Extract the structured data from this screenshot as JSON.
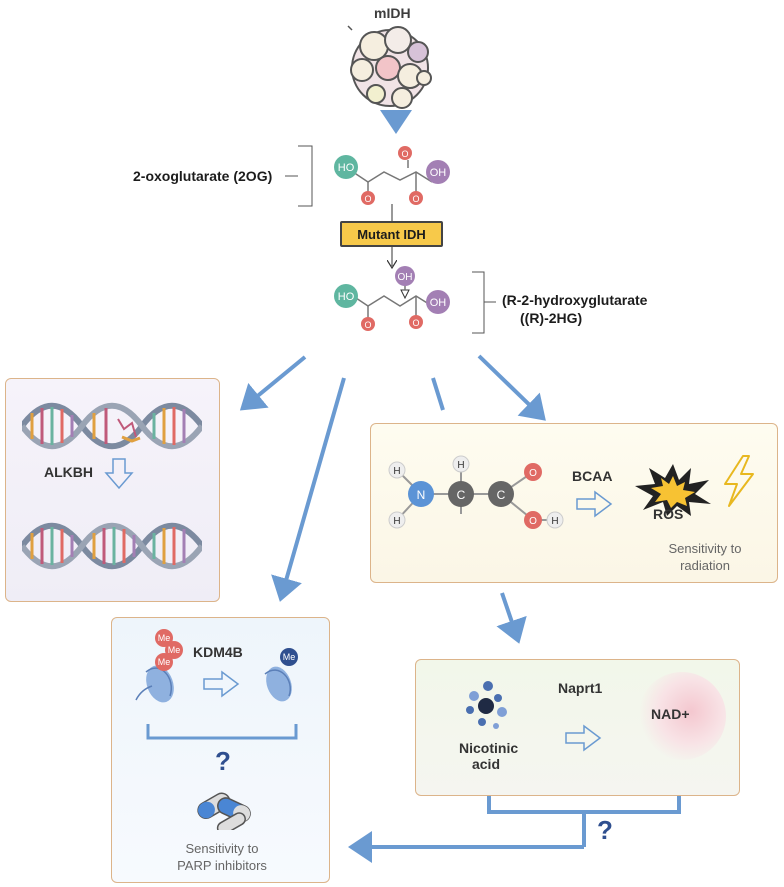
{
  "header": {
    "enzyme": "mIDH"
  },
  "pathway": {
    "substrate_label": "2-oxoglutarate (2OG)",
    "mutant_box": "Mutant IDH",
    "product_label_line1": "(R-2-hydroxyglutarate",
    "product_label_line2": "((R)-2HG)"
  },
  "molecule_2og": {
    "left_group": "HO",
    "right_group": "OH",
    "oxygen": "O"
  },
  "molecule_2hg": {
    "left_group": "HO",
    "right_group": "OH",
    "top_group": "OH",
    "oxygen": "O"
  },
  "dna_panel": {
    "enzyme_label": "ALKBH"
  },
  "bcaa_panel": {
    "atoms": {
      "h": "H",
      "n": "N",
      "c": "C",
      "o": "O"
    },
    "arrow_label": "BCAA",
    "ros_label": "ROS",
    "sensitivity_line1": "Sensitivity to",
    "sensitivity_line2": "radiation"
  },
  "kdm_panel": {
    "me": "Me",
    "enzyme_label": "KDM4B",
    "question": "?",
    "sensitivity_line1": "Sensitivity to",
    "sensitivity_line2": "PARP inhibitors"
  },
  "nad_panel": {
    "enzyme_label": "Naprt1",
    "substrate_line1": "Nicotinic",
    "substrate_line2": "acid",
    "product_label": "NAD+",
    "question": "?"
  },
  "colors": {
    "arrow_blue": "#6a9ad1",
    "teal": "#5fb6a0",
    "red_o": "#e06a64",
    "purple_oh": "#a37fb4",
    "nitrogen_blue": "#5b93d6",
    "carbon_gray": "#666666",
    "mutant_yellow": "#f7c94a",
    "panel_border": "#dcb48a"
  }
}
